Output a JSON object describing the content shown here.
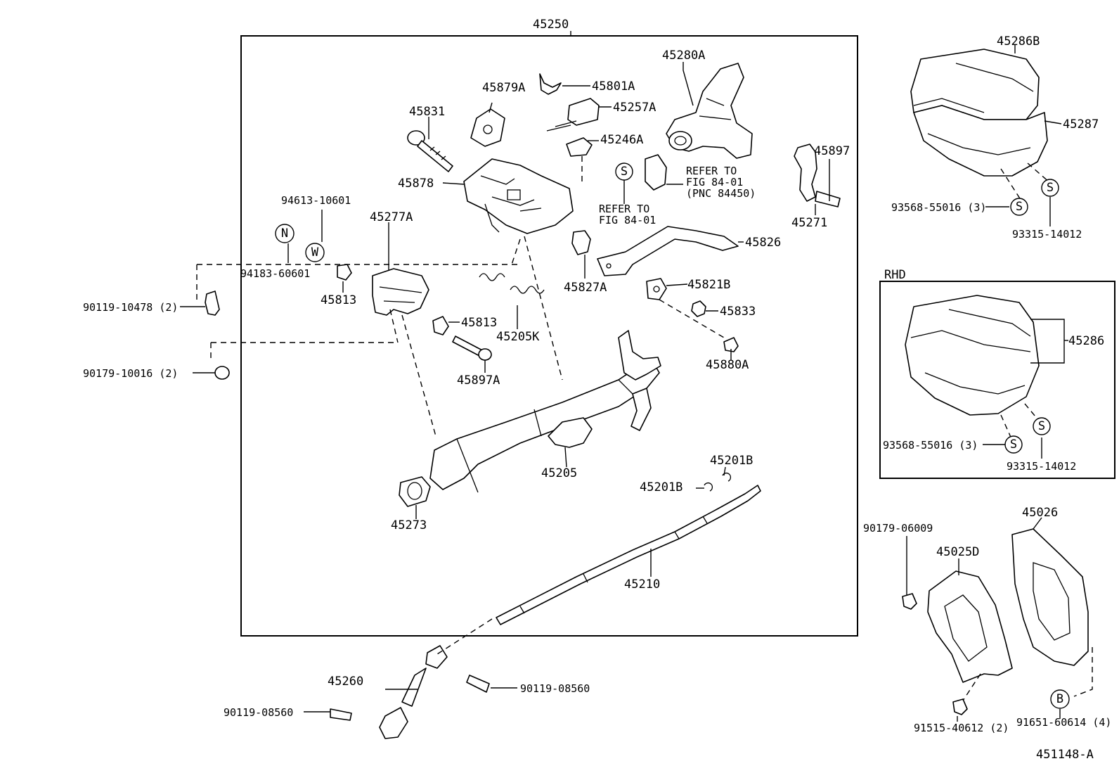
{
  "diagram": {
    "drawing_number": "451148-A",
    "main_assembly": "45250",
    "rhd_label": "RHD",
    "labels": {
      "p45280A": "45280A",
      "p45879A": "45879A",
      "p45801A": "45801A",
      "p45257A": "45257A",
      "p45831": "45831",
      "p45246A": "45246A",
      "p45878": "45878",
      "p45897": "45897",
      "p45271": "45271",
      "p45826": "45826",
      "p45827A": "45827A",
      "p45821B": "45821B",
      "p45833": "45833",
      "p45880A": "45880A",
      "p45277A": "45277A",
      "p45813a": "45813",
      "p45813b": "45813",
      "p45205K": "45205K",
      "p45897A": "45897A",
      "p45205": "45205",
      "p45273": "45273",
      "p45201Ba": "45201B",
      "p45201Bb": "45201B",
      "p45210": "45210",
      "p45260": "45260",
      "p90119_08560a": "90119-08560",
      "p90119_08560b": "90119-08560",
      "p94613": "94613-10601",
      "p94183": "94183-60601",
      "p90119_10478": "90119-10478 (2)",
      "p90179_10016": "90179-10016 (2)",
      "p45286B": "45286B",
      "p45287": "45287",
      "p93568a": "93568-55016 (3)",
      "p93315a": "93315-14012",
      "p45286": "45286",
      "p93568b": "93568-55016 (3)",
      "p93315b": "93315-14012",
      "p90179_06009": "90179-06009",
      "p45025D": "45025D",
      "p45026": "45026",
      "p91515": "91515-40612 (2)",
      "p91651": "91651-60614 (4)"
    },
    "refer_notes": {
      "refer_a_1": "REFER TO",
      "refer_a_2": "FIG 84-01",
      "refer_a_3": "(PNC 84450)",
      "refer_b_1": "REFER TO",
      "refer_b_2": "FIG 84-01"
    },
    "symbols": {
      "N": "N",
      "W": "W",
      "S": "S",
      "B": "B"
    }
  }
}
